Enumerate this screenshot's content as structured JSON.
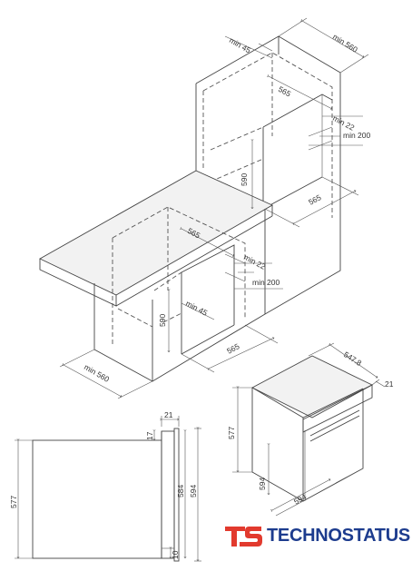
{
  "labels": {
    "top_min560": "min 560",
    "top_min45": "min 45",
    "top_565": "565",
    "top_min22": "min 22",
    "top_min200": "min 200",
    "top_590": "590",
    "top_565_depth": "565",
    "low_565": "565",
    "low_min22": "min 22",
    "low_min200": "min 200",
    "low_590": "590",
    "low_min45": "min 45",
    "low_565_depth": "565",
    "low_min560": "min 560",
    "oven_5478": "547.8",
    "oven_21": "21",
    "oven_577": "577",
    "oven_594_h": "594",
    "oven_594_w": "594",
    "side_21": "21",
    "side_17": "17",
    "side_577": "577",
    "side_584": "584",
    "side_594": "594",
    "side_10": "10"
  },
  "brand": {
    "name": "TECHNOSTATUS",
    "logo_text": "ts",
    "color": "#1d3c8e",
    "logo_color": "#e23a2e"
  }
}
